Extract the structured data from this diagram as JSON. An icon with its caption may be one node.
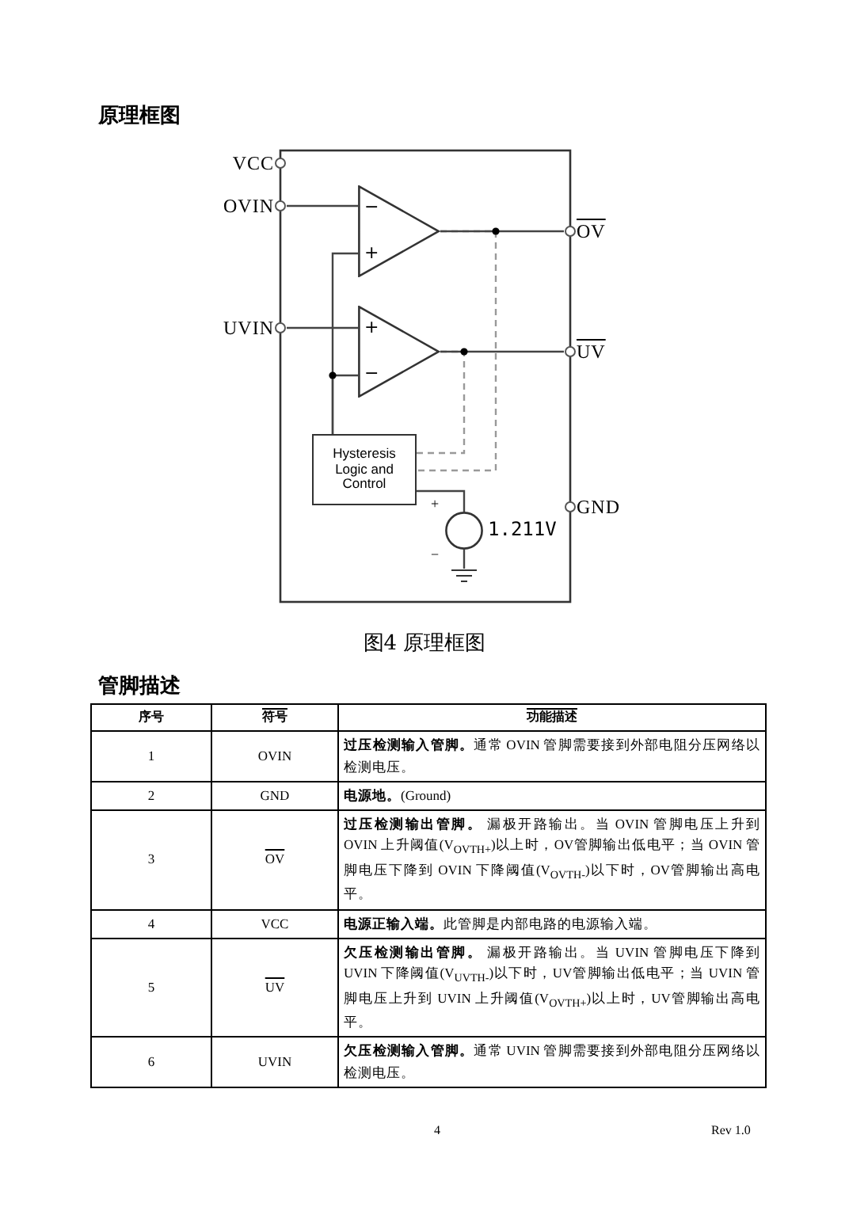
{
  "diagram": {
    "caption": "图4 原理框图",
    "nodes": [
      {
        "text": [
          "VCC"
        ]
      },
      {
        "text": [
          "OVIN"
        ]
      },
      {
        "text": [
          "UVIN"
        ]
      },
      {
        "text": [
          "OV"
        ]
      },
      {
        "text": [
          "UV"
        ]
      },
      {
        "text": [
          "GND"
        ]
      },
      {
        "text": [
          "−",
          "+"
        ]
      },
      {
        "text": [
          "+",
          "−"
        ]
      },
      {
        "text": [
          "Hysteresis Logic and Control"
        ]
      },
      {
        "text": [],
        "shape": "circle",
        "beside": [
          "+",
          "−",
          "1.211V"
        ]
      },
      {
        "text": [],
        "shape": "ground"
      }
    ],
    "edges": [
      {
        "from": 1,
        "to": 6,
        "arrow": "none"
      },
      {
        "from": 2,
        "to": 7,
        "arrow": "none"
      },
      {
        "from": 6,
        "to": 3,
        "arrow": "none"
      },
      {
        "from": 7,
        "to": 4,
        "arrow": "none"
      },
      {
        "from": 6,
        "to": 8,
        "arrow": "none",
        "style": "dashed",
        "color": "#999999"
      },
      {
        "from": 7,
        "to": 8,
        "arrow": "none",
        "style": "dashed",
        "color": "#999999"
      },
      {
        "from": 8,
        "to": 6,
        "arrow": "none"
      },
      {
        "from": 8,
        "to": 7,
        "arrow": "none"
      },
      {
        "from": 8,
        "to": 9,
        "arrow": "none"
      },
      {
        "from": 9,
        "to": 10,
        "arrow": "none"
      }
    ],
    "labels": [
      "原理框图",
      "管脚描述",
      "序号",
      "符号",
      "功能描述",
      "1",
      "OVIN",
      "**过压检测输入管脚。**通常 OVIN 管脚需要接到外部电阻分压网络以检测电压。",
      "2",
      "GND",
      "**电源地。**(Ground)",
      "3",
      "OV",
      "**过压检测输出管脚。** 漏极开路输出。当 OVIN 管脚电压上升到 OVIN 上升阈值(V$_{OVTH+}$)以上时，OV管脚输出低电平；当 OVIN 管脚电压下降到 OVIN 下降阈值(V$_{OVTH-}$)以下时，OV管脚输出高电平。",
      "4",
      "VCC",
      "**电源正输入端。**此管脚是内部电路的电源输入端。",
      "5",
      "UV",
      "**欠压检测输出管脚。** 漏极开路输出。当 UVIN 管脚电压下降到 UVIN 下降阈值(V$_{UVTH-}$)以下时，UV管脚输出低电平；当 UVIN 管脚电压上升到 UVIN 上升阈值(V$_{OVTH+}$)以上时，UV管脚输出高电平。",
      "6",
      "UVIN",
      "**欠压检测输入管脚。**通常 UVIN 管脚需要接到外部电阻分压网络以检测电压。",
      "4",
      "Rev 1.0"
    ]
  }
}
